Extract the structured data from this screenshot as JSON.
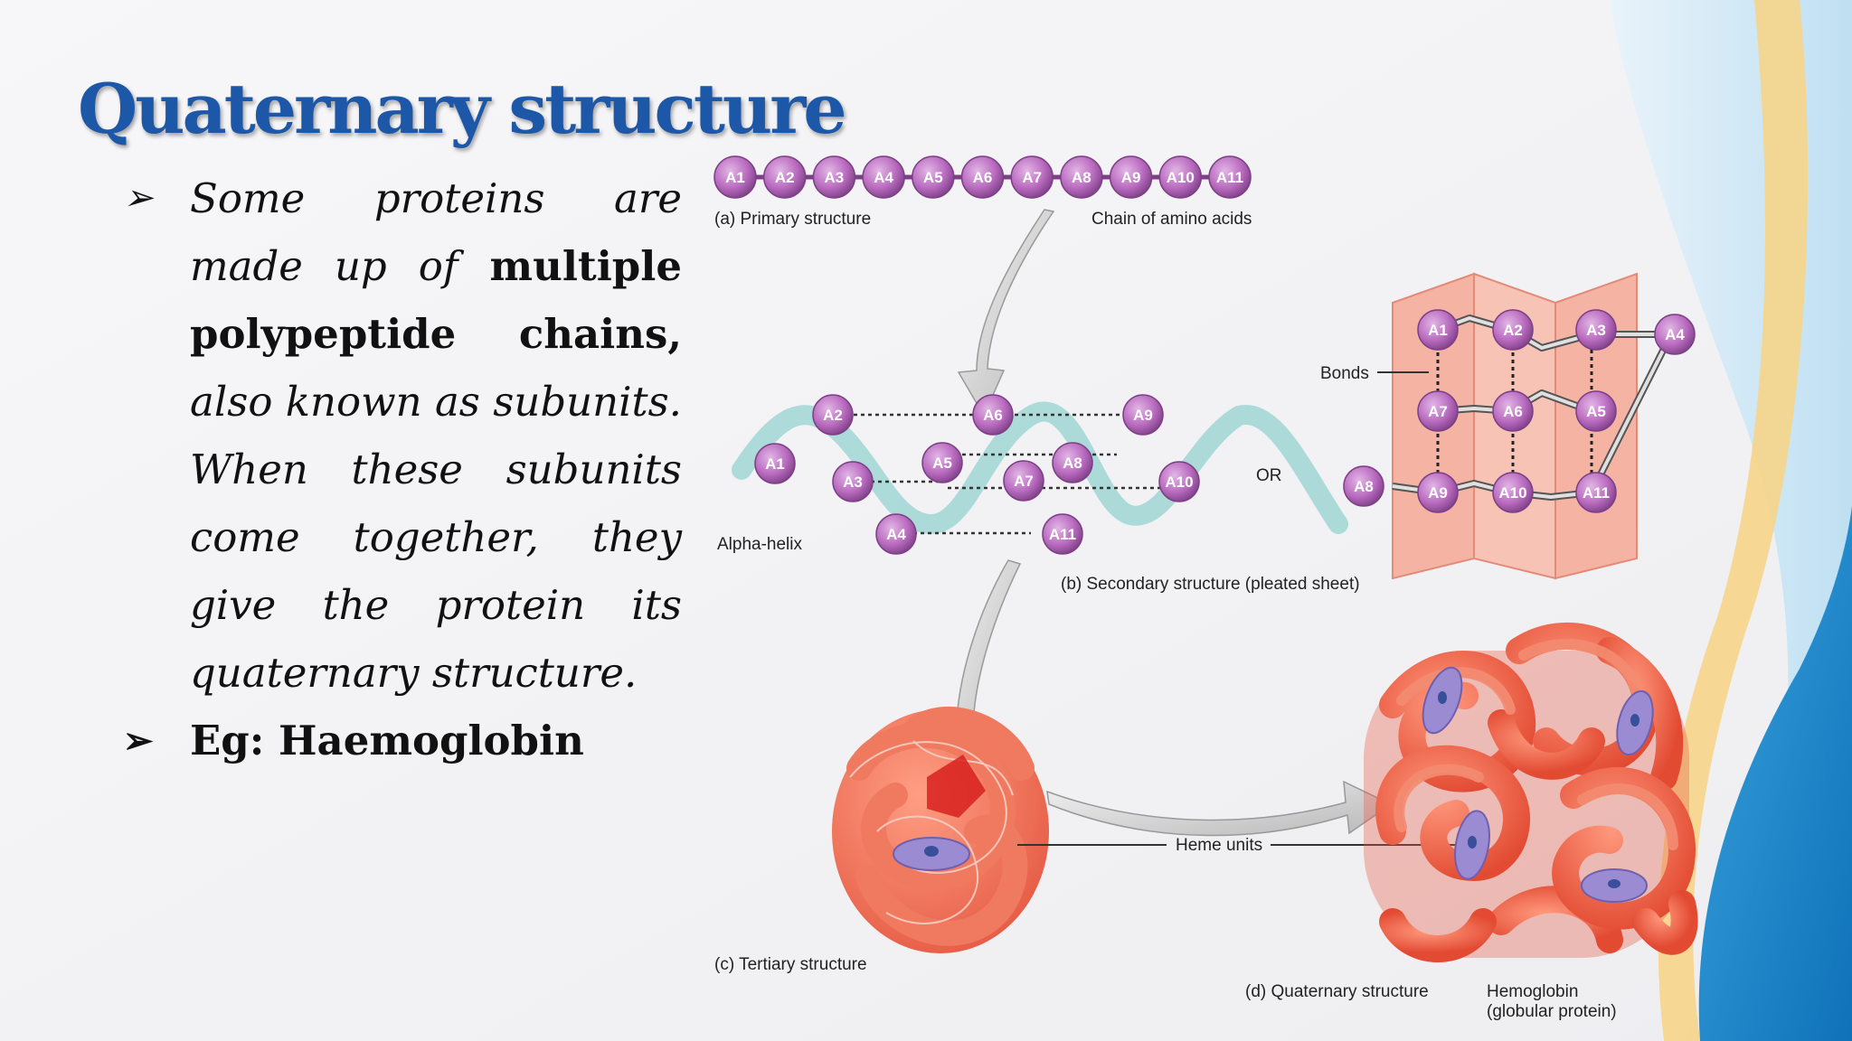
{
  "slide": {
    "title": "Quaternary structure",
    "bullets": {
      "b1_part1": "Some proteins are made up of ",
      "b1_bold": "multiple polypeptide chains,",
      "b1_part2": " also known as subunits. When these subunits come together, they give the protein its quaternary structure.",
      "b2": "Eg: Haemoglobin"
    }
  },
  "figure": {
    "primary_label": "(a) Primary structure",
    "chain_label": "Chain of amino acids",
    "alpha_helix_label": "Alpha-helix",
    "or_label": "OR",
    "bonds_label": "Bonds",
    "secondary_label": "(b) Secondary structure (pleated sheet)",
    "heme_label": "Heme units",
    "tertiary_label": "(c) Tertiary structure",
    "quaternary_label": "(d) Quaternary structure",
    "hemoglobin_label_1": "Hemoglobin",
    "hemoglobin_label_2": "(globular protein)",
    "amino_acids": [
      "A1",
      "A2",
      "A3",
      "A4",
      "A5",
      "A6",
      "A7",
      "A8",
      "A9",
      "A10",
      "A11"
    ],
    "colors": {
      "bead": "#b96bbf",
      "bead_dark": "#7d3f86",
      "helix": "#9fd6d3",
      "sheet": "#f4b3a3",
      "protein": "#ef6a4f",
      "heme": "#9a8bd3",
      "title": "#1c57a8"
    }
  }
}
